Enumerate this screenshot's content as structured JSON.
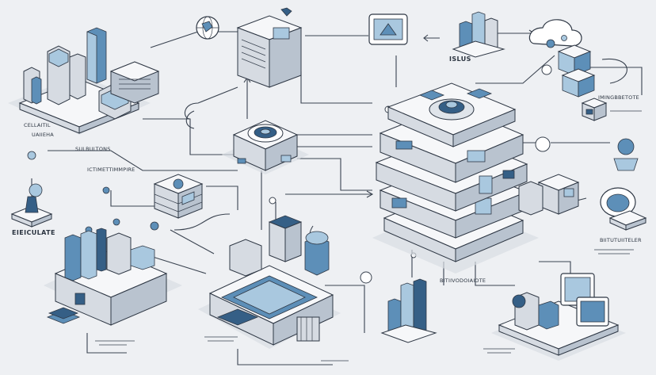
{
  "labels": {
    "top_center_label": "ISLUS",
    "left_label_1": "CELLAITIL",
    "left_label_2": "UAIIEHA",
    "left_label_3": "SULBULTONS",
    "left_label_4": "ICTIMETTIMMPIRE",
    "left_far_label": "EIEICULATE",
    "mid_right_label": "BITIIVODOIAIOTE",
    "right_top_label": "IMINGBBETOTE",
    "right_mid_label": "BIITUTUIITELER"
  },
  "colors": {
    "background": "#eef0f3",
    "line": "#3a4350",
    "accent_blue": "#5d8fb8",
    "light_blue": "#a9c8df",
    "dark_blue": "#355f86"
  }
}
